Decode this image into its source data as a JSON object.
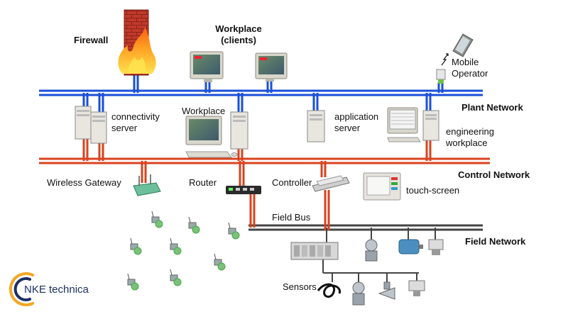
{
  "labels": {
    "firewall": "Firewall",
    "workplace_clients_line1": "Workplace",
    "workplace_clients_line2": "(clients)",
    "mobile_operator_line1": "Mobile",
    "mobile_operator_line2": "Operator",
    "plant_network": "Plant Network",
    "connectivity_line1": "connectivity",
    "connectivity_line2": "server",
    "workplace": "Workplace",
    "application_line1": "application",
    "application_line2": "server",
    "engineering_line1": "engineering",
    "engineering_line2": "workplace",
    "control_network": "Control Network",
    "wireless_gateway": "Wireless Gateway",
    "router": "Router",
    "controller": "Controller",
    "touch_screen": "touch-screen",
    "field_bus": "Field Bus",
    "field_network": "Field Network",
    "sensors": "Sensors"
  },
  "logo": {
    "text": "NKE technica"
  },
  "colors": {
    "plant_network": "#1a4fd8",
    "control_network": "#d8431f",
    "field_network": "#444444",
    "logo_orange": "#f5a623",
    "logo_blue": "#1c2f63"
  },
  "icons": [
    "brick-firewall-icon",
    "crt-monitor-icon",
    "tower-server-icon",
    "pda-icon",
    "keyboard-icon",
    "wireless-sensor-icon",
    "router-icon",
    "controller-rail-icon",
    "touch-panel-icon",
    "io-rack-icon",
    "transmitter-icon",
    "motor-icon",
    "valve-icon"
  ]
}
